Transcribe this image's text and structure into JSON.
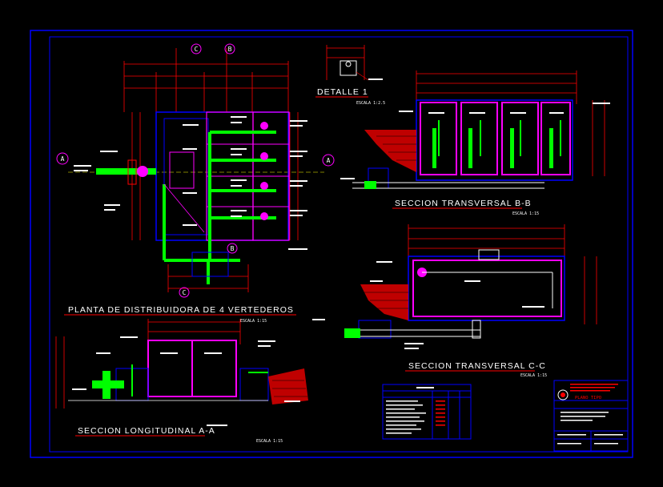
{
  "drawing": {
    "titles": {
      "planta": "PLANTA DE DISTRIBUIDORA DE 4 VERTEDEROS",
      "detalle": "DETALLE 1",
      "seccion_bb": "SECCION TRANSVERSAL B-B",
      "seccion_cc": "SECCION TRANSVERSAL C-C",
      "seccion_aa": "SECCION LONGITUDINAL A-A"
    },
    "scales": {
      "planta": "ESCALA 1:15",
      "detalle": "ESCALA 1:2.5",
      "seccion_bb": "ESCALA 1:15",
      "seccion_cc": "ESCALA 1:15",
      "seccion_aa": "ESCALA 1:15"
    },
    "section_marks": {
      "a": "A",
      "b": "B",
      "c": "C"
    },
    "title_block": {
      "sheet_title": "PLANO TIPO"
    }
  },
  "colors": {
    "background": "#000000",
    "frame": "#0000ff",
    "structure": "#0000ff",
    "wall": "#ff00ff",
    "pipe": "#00ff00",
    "dimension": "#ff0000",
    "text": "#ffffff",
    "leader": "#ff0000",
    "fill": "#ff0000"
  }
}
